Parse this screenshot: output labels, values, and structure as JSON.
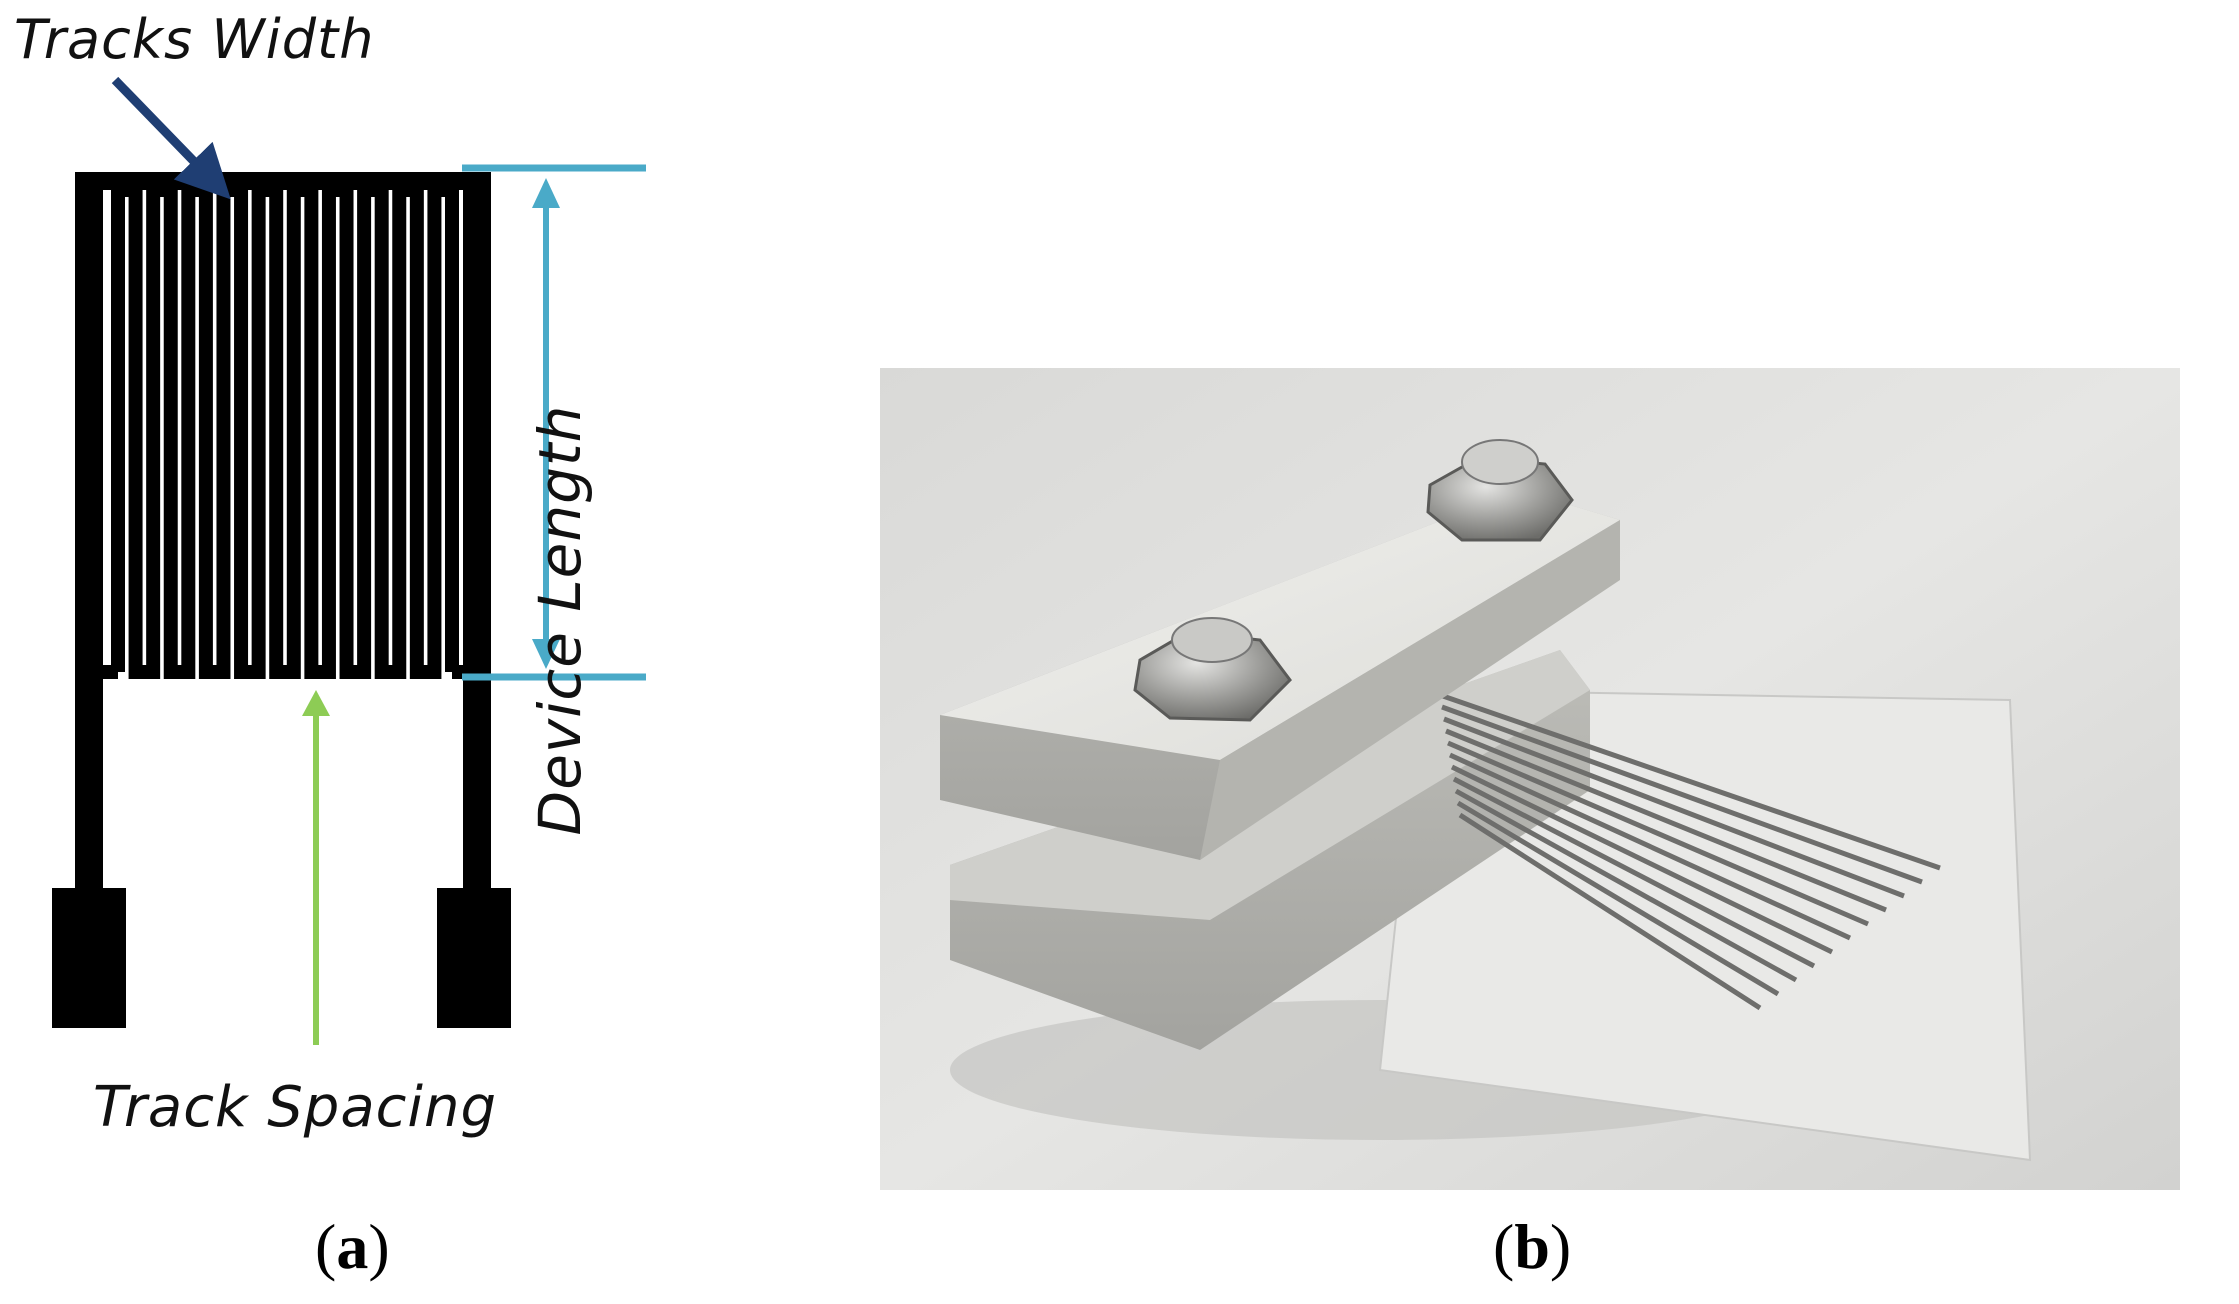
{
  "panel_a": {
    "tracks_width_label": "Tracks Width",
    "device_length_label": "Device Length",
    "track_spacing_label": "Track Spacing",
    "caption": "a"
  },
  "panel_b": {
    "caption": "b"
  },
  "colors": {
    "electrode": "#000000",
    "device_length_marker": "#4aaac8",
    "track_spacing_arrow": "#8dcc55",
    "tracks_width_arrow": "#1f3e73"
  }
}
